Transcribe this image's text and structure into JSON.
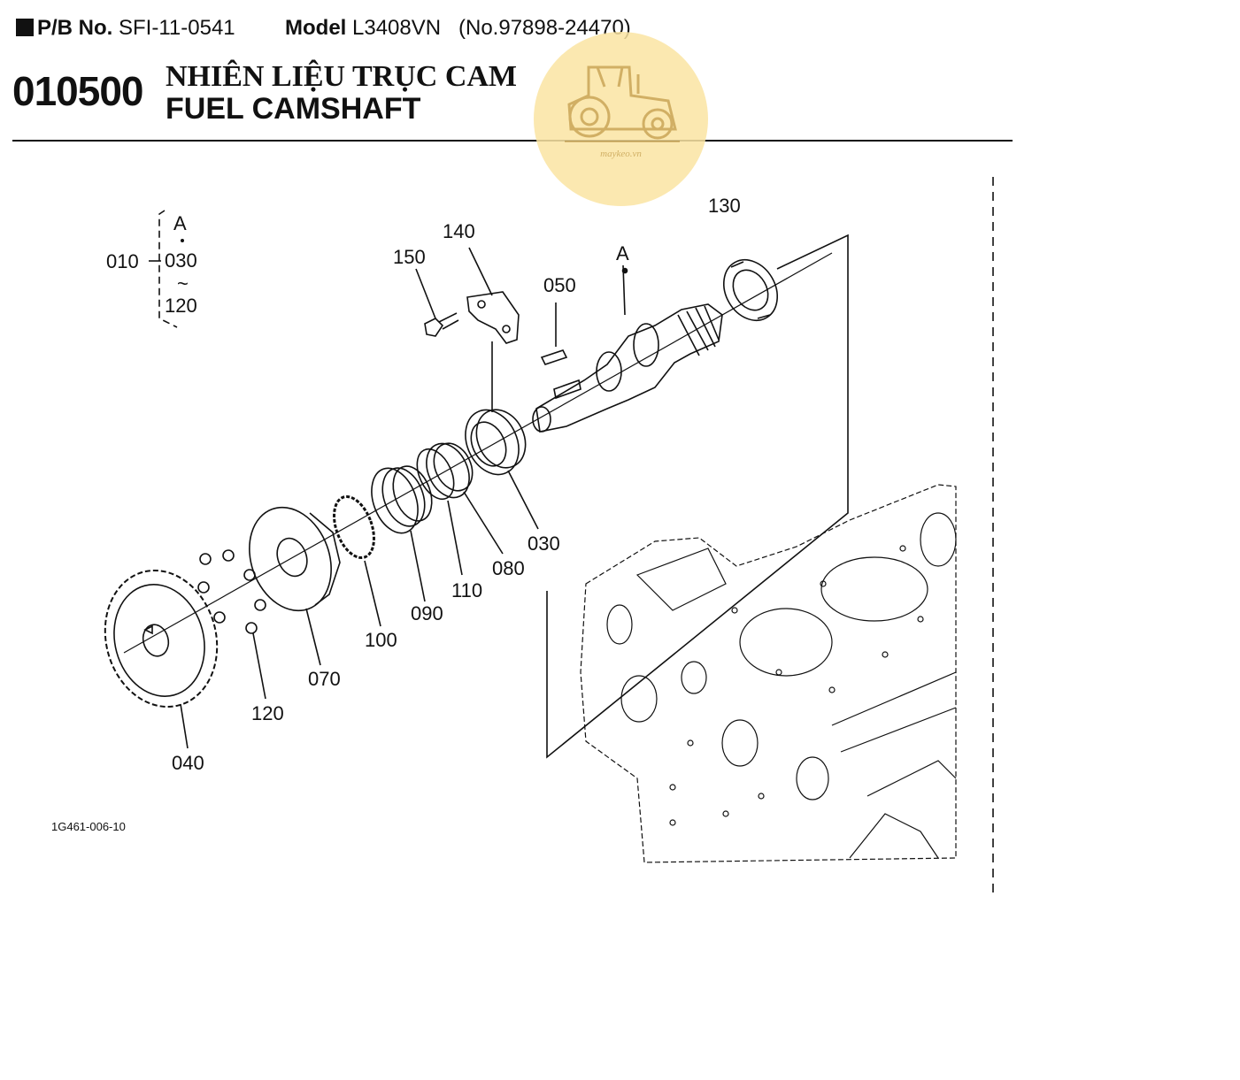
{
  "header": {
    "pb_label": "P/B No.",
    "pb_value": "SFI-11-0541",
    "model_label": "Model",
    "model_value": "L3408VN",
    "serial": "(No.97898-24470)"
  },
  "section": {
    "code": "010500",
    "title_vn": "NHIÊN LIỆU TRỤC CAM",
    "title_en": "FUEL CAMSHAFT"
  },
  "watermark": {
    "text": "maykeo.vn",
    "icon": "tractor-icon"
  },
  "group_bracket": {
    "main": "010",
    "top": "A",
    "from": "030",
    "tilde": "~",
    "to": "120"
  },
  "callouts": {
    "p130": "130",
    "p140": "140",
    "p150": "150",
    "p050": "050",
    "pA": "A",
    "p030": "030",
    "p080": "080",
    "p110": "110",
    "p090": "090",
    "p100": "100",
    "p070": "070",
    "p120": "120",
    "p040": "040"
  },
  "diagram_id": "1G461-006-10"
}
